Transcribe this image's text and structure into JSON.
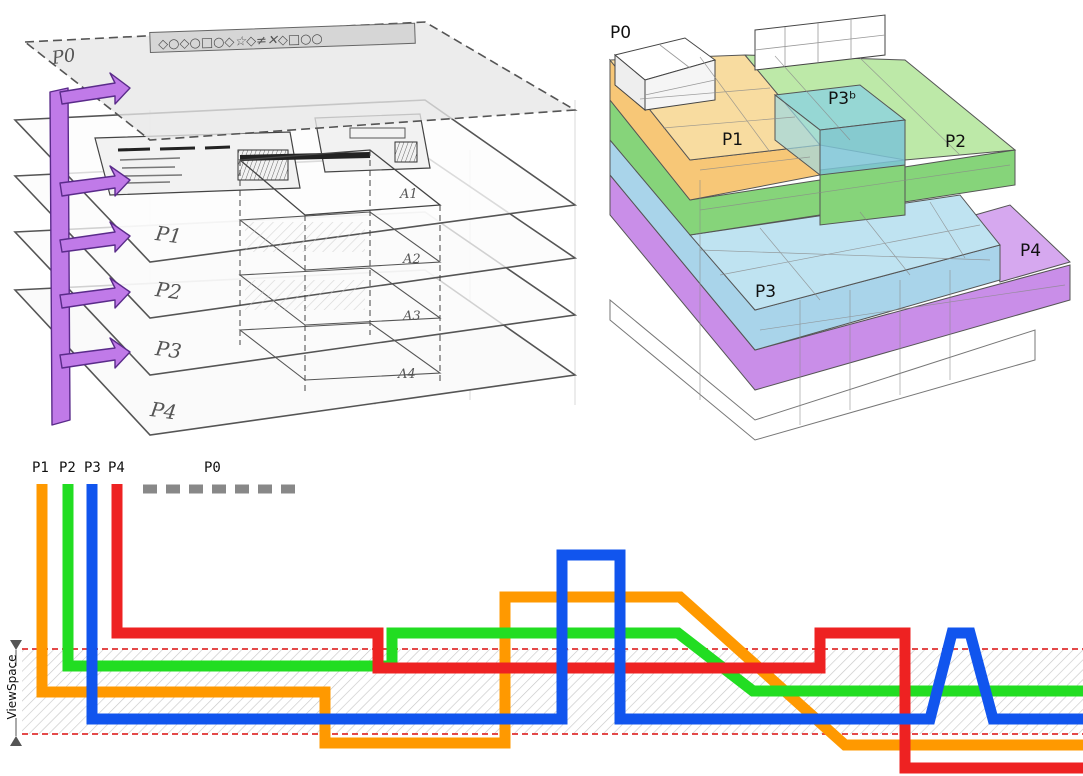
{
  "sketch": {
    "top_plane_label": "P0",
    "plane_labels": [
      "P1",
      "P2",
      "P3",
      "P4"
    ],
    "area_labels": [
      "A1",
      "A2",
      "A3",
      "A4"
    ],
    "top_plane_glyphs": "◇○◇○□○◇☆◇≠✕◇□○○"
  },
  "blocks": {
    "labels": {
      "p0": "P0",
      "p1": "P1",
      "p2": "P2",
      "p3b": "P3ᵇ",
      "p3": "P3",
      "p4": "P4"
    },
    "colors": {
      "p1": "#f8dca0",
      "p2": "#bde9a8",
      "p3": "#bfe3f1",
      "p4": "#c98ee8",
      "p3b": "#8fd3dc"
    }
  },
  "lanes": {
    "legend": [
      {
        "label": "P1",
        "color": "#ff9900"
      },
      {
        "label": "P2",
        "color": "#22dd22"
      },
      {
        "label": "P3",
        "color": "#1155ee"
      },
      {
        "label": "P4",
        "color": "#ee2222"
      }
    ],
    "p0_label": "P0",
    "p0_color": "#888888",
    "viewspace_label": "ViewSpace",
    "band_color": "#e03030"
  }
}
